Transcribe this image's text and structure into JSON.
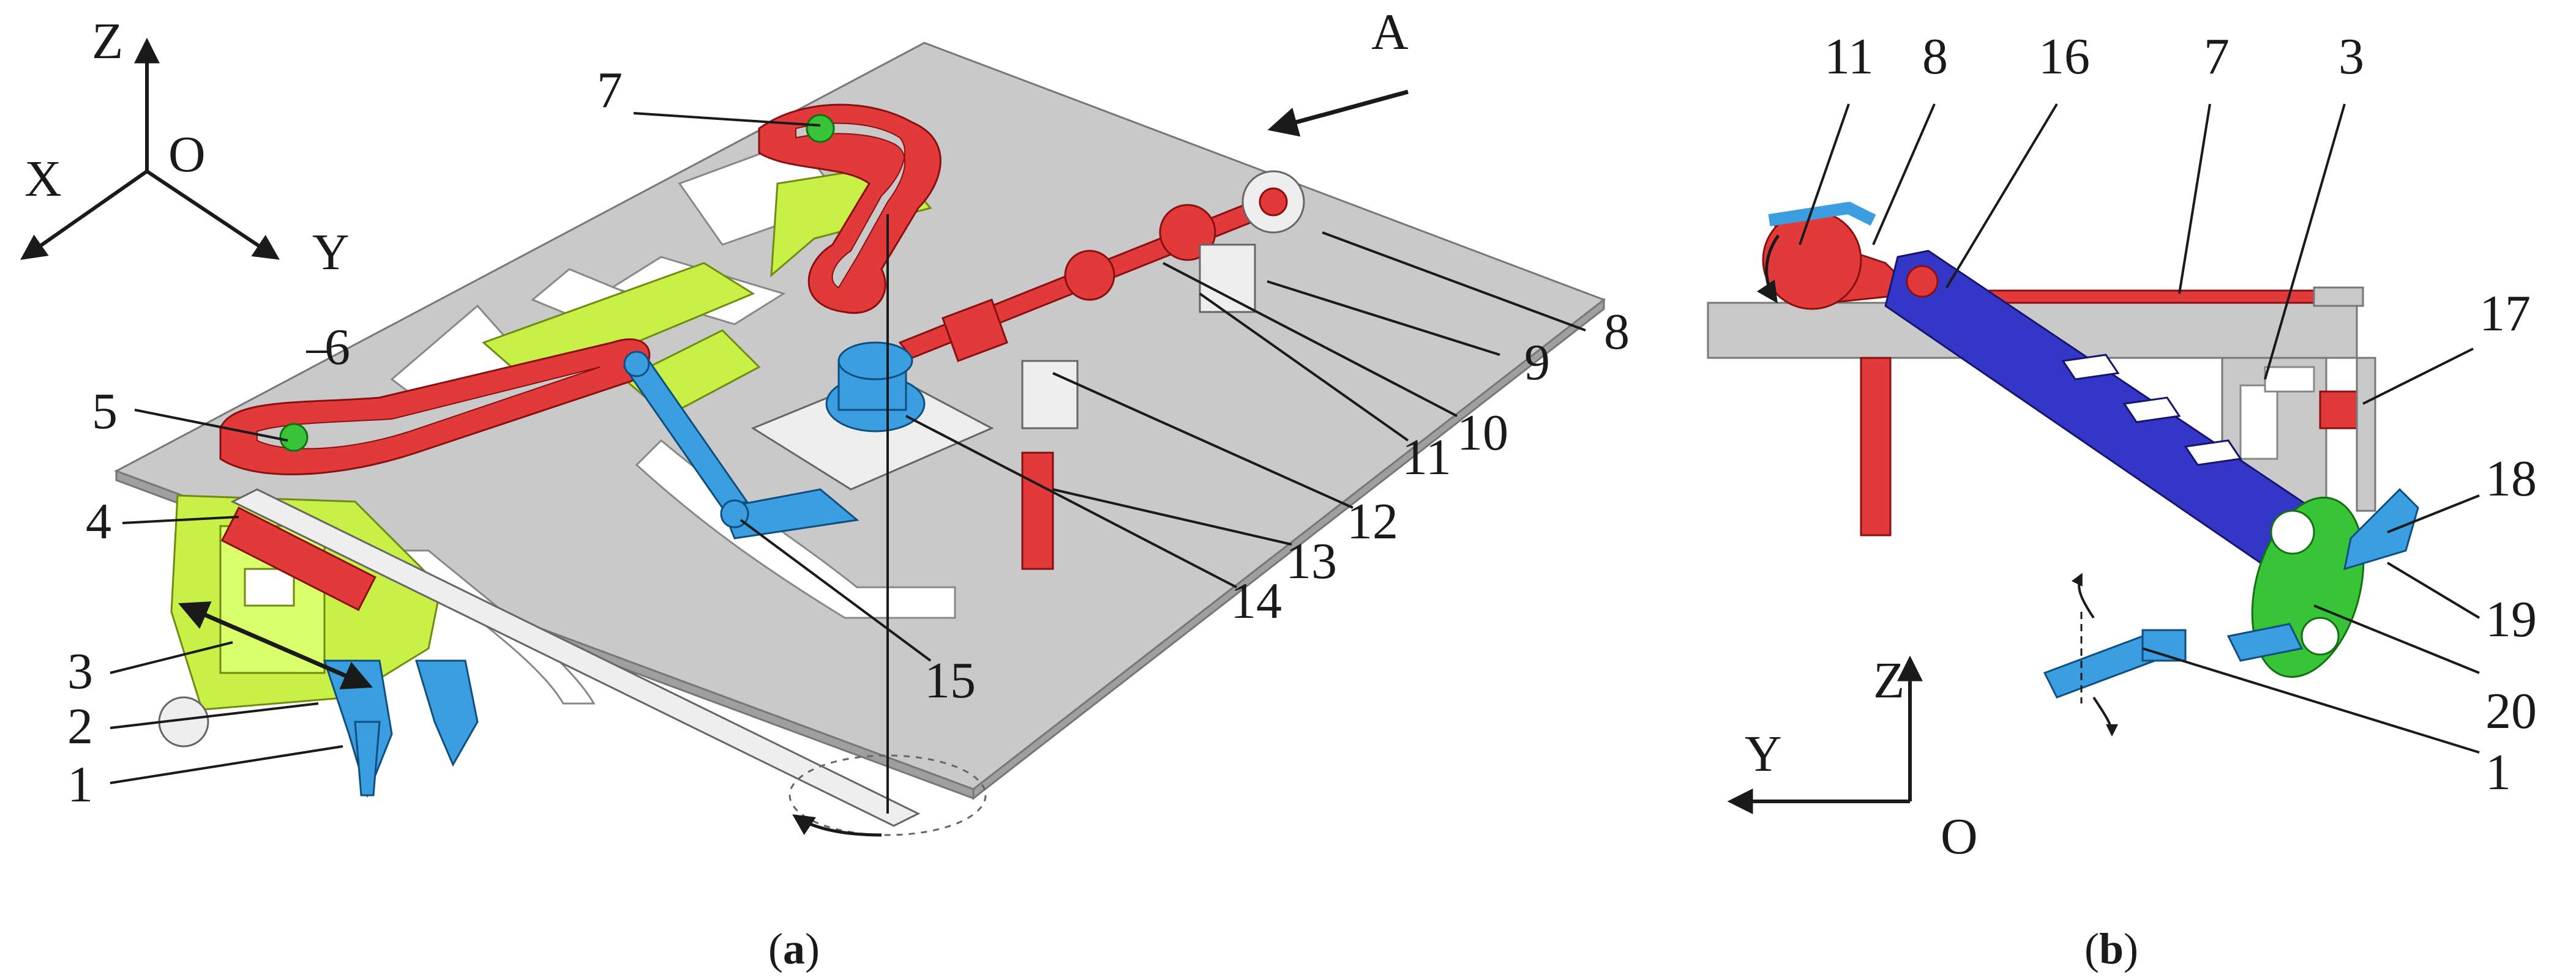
{
  "colors": {
    "red": "#e23a3a",
    "blue": "#3a9ee0",
    "dark_blue": "#3436c8",
    "lime": "#c8f046",
    "green": "#37c437",
    "plate_gray": "#c9c9c9"
  },
  "panel_a": {
    "axes": {
      "z": "Z",
      "x": "X",
      "y": "Y",
      "o": "O"
    },
    "direction_label": "A",
    "labels": {
      "n1": "1",
      "n2": "2",
      "n3": "3",
      "n4": "4",
      "n5": "5",
      "n6": "6",
      "n7": "7",
      "n8": "8",
      "n9": "9",
      "n10": "10",
      "n11": "11",
      "n12": "12",
      "n13": "13",
      "n14": "14",
      "n15": "15"
    },
    "caption_open": "(",
    "caption_letter": "a",
    "caption_close": ")"
  },
  "panel_b": {
    "axes": {
      "z": "Z",
      "y": "Y",
      "o": "O"
    },
    "labels": {
      "n11": "11",
      "n8": "8",
      "n16": "16",
      "n7": "7",
      "n3": "3",
      "n17": "17",
      "n18": "18",
      "n19": "19",
      "n20": "20",
      "n1": "1"
    },
    "caption_open": "(",
    "caption_letter": "b",
    "caption_close": ")"
  }
}
